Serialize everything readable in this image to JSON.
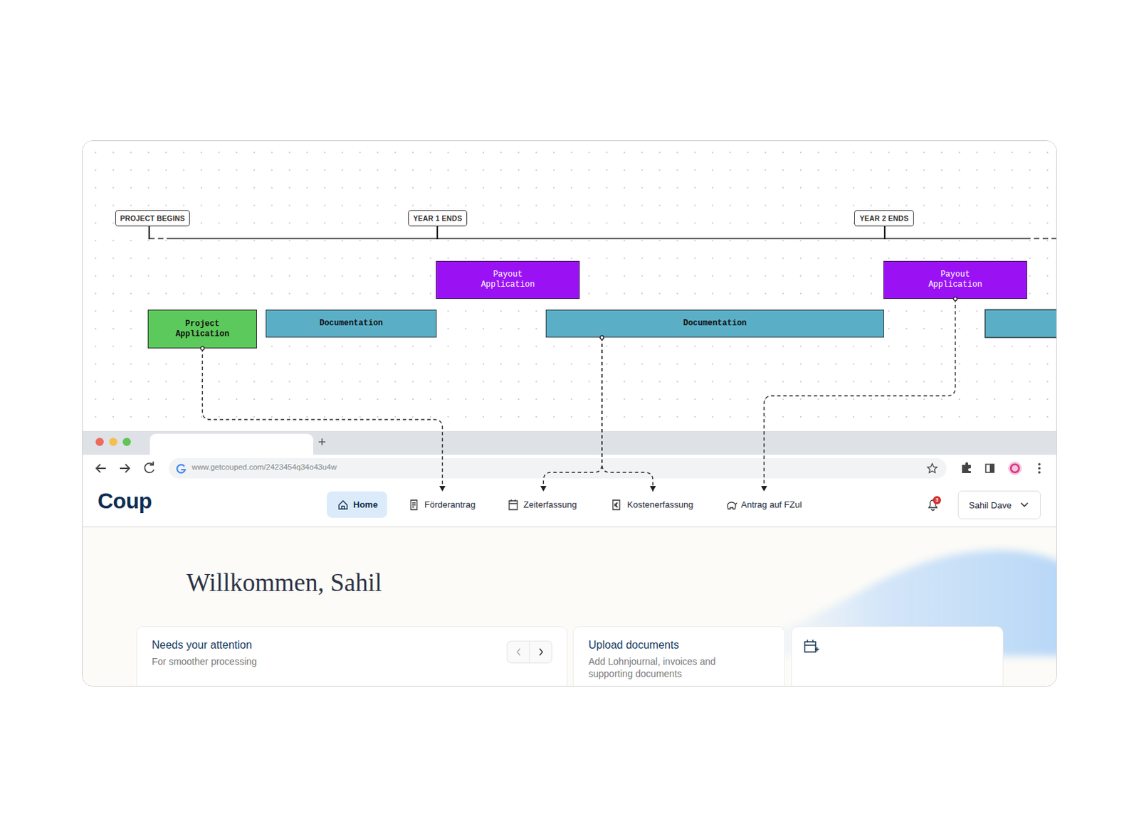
{
  "diagram": {
    "nodes": [
      {
        "text": [
          "PROJECT BEGINS"
        ]
      },
      {
        "text": [
          "YEAR 1 ENDS"
        ]
      },
      {
        "text": [
          "YEAR 2 ENDS"
        ]
      },
      {
        "text": [
          "Payout Application"
        ]
      },
      {
        "text": [
          "Payout Application"
        ]
      },
      {
        "text": [
          "Project Application"
        ]
      },
      {
        "text": [
          "Documentation"
        ]
      },
      {
        "text": [
          "Documentation"
        ]
      },
      {
        "text": [
          "Home"
        ]
      },
      {
        "text": [
          "Förderantrag"
        ]
      },
      {
        "text": [
          "Zeiterfassung"
        ]
      },
      {
        "text": [
          "Kostenerfassung"
        ]
      },
      {
        "text": [
          "Antrag auf FZul"
        ]
      },
      {
        "text": [
          "Sahil Dave"
        ]
      },
      {
        "text": [
          "Needs your attention",
          "For smoother processing"
        ]
      },
      {
        "text": [
          "Upload documents",
          "Add Lohnjournal, invoices and supporting documents"
        ]
      }
    ],
    "edges": [
      {
        "from": 5,
        "to": 9,
        "arrow": "to"
      },
      {
        "from": 7,
        "to": 10,
        "arrow": "to"
      },
      {
        "from": 7,
        "to": 11,
        "arrow": "to"
      },
      {
        "from": 4,
        "to": 12,
        "arrow": "to"
      }
    ],
    "labels": [
      "Coup",
      "www.getcouped.com/2423454q34o43u4w",
      "Willkommen, Sahil",
      "3"
    ]
  }
}
